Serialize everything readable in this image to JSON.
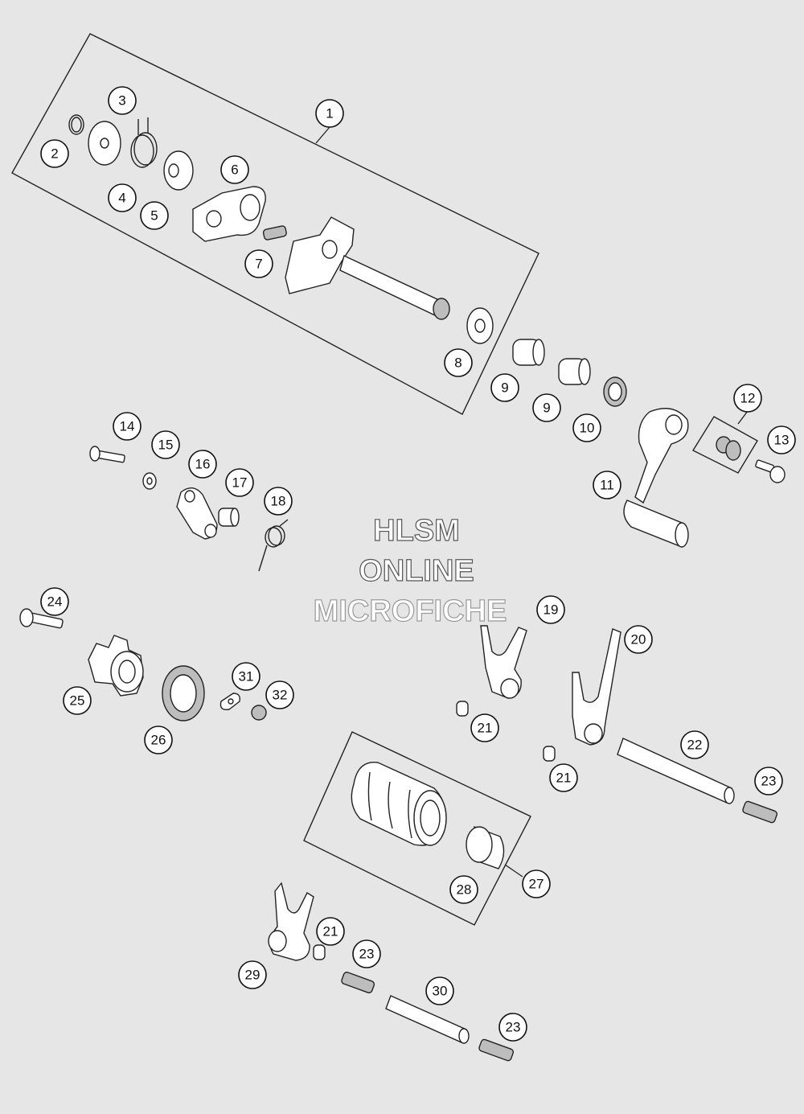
{
  "watermark": {
    "line1": "HLSM",
    "line2": "ONLINE",
    "line3": "MICROFICHE"
  },
  "callouts": {
    "c1": "1",
    "c2": "2",
    "c3": "3",
    "c4": "4",
    "c5": "5",
    "c6": "6",
    "c7": "7",
    "c8": "8",
    "c9a": "9",
    "c9b": "9",
    "c10": "10",
    "c11": "11",
    "c12": "12",
    "c13": "13",
    "c14": "14",
    "c15": "15",
    "c16": "16",
    "c17": "17",
    "c18": "18",
    "c19": "19",
    "c20": "20",
    "c21a": "21",
    "c21b": "21",
    "c21c": "21",
    "c22": "22",
    "c23a": "23",
    "c23b": "23",
    "c23c": "23",
    "c24": "24",
    "c25": "25",
    "c26": "26",
    "c27": "27",
    "c28": "28",
    "c29": "29",
    "c30": "30",
    "c31": "31",
    "c32": "32"
  },
  "colors": {
    "background": "#e6e6e6",
    "line": "#222222",
    "callout_fill": "#ffffff"
  }
}
